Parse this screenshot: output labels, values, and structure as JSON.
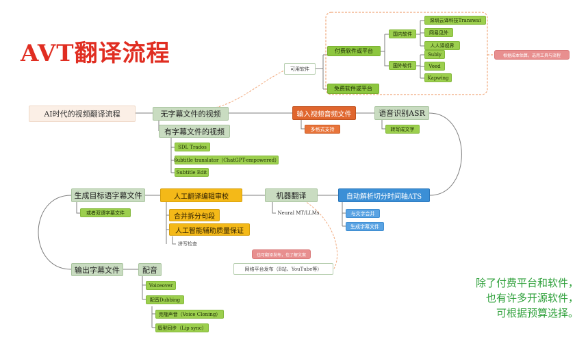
{
  "title": "AVT翻译流程",
  "root": "AI时代的视频翻译流程",
  "no_sub": "无字幕文件的视频",
  "with_sub": "有字幕文件的视频",
  "sub_tools": [
    "SDL Trados",
    "Subtitle translator（ChatGPT-empowered）",
    "Subtitle Edit"
  ],
  "available": "可用软件",
  "paid": "付费软件或平台",
  "domestic": "国内软件",
  "domestic_items": [
    "深圳云译科技Transwai",
    "网易见外",
    "人人译视界"
  ],
  "foreign": "国外软件",
  "foreign_items": [
    "Subly",
    "Veed",
    "Kapwing"
  ],
  "free": "免费软件或平台",
  "free_note": "根据成本估算，选用工具与流程",
  "input_audio": "输入视频音频文件",
  "multi_format": "多格式支持",
  "asr": "语音识别ASR",
  "transcribe": "转写成文字",
  "ats": "自动解析切分时间轴ATS",
  "ats_items": [
    "与文字合并",
    "生成字幕文件"
  ],
  "mt": "机器翻译",
  "mt_tool": "Neural MT/LLMs",
  "review": "人工翻译编辑审校",
  "merge": "合并拆分句段",
  "ai_qa": "人工智能辅助质量保证",
  "typo": "拼写检查",
  "gen_target": "生成目标语字幕文件",
  "bilingual": "或者双语字幕文件",
  "output": "输出字幕文件",
  "dubbing": "配音",
  "voiceover": "Voiceover",
  "dubbing_en": "配音Dubbing",
  "voice_cloning": "克隆声音（Voice Cloning）",
  "lip_sync": "唇型同步（Lip sync）",
  "publish": "网络平台发布（B站、YouTube等）",
  "publish_note": "也可翻译发布，也了解文案",
  "side_note": [
    "除了付费平台和软件，",
    "也有许多开源软件，",
    "可根据预算选择。"
  ]
}
